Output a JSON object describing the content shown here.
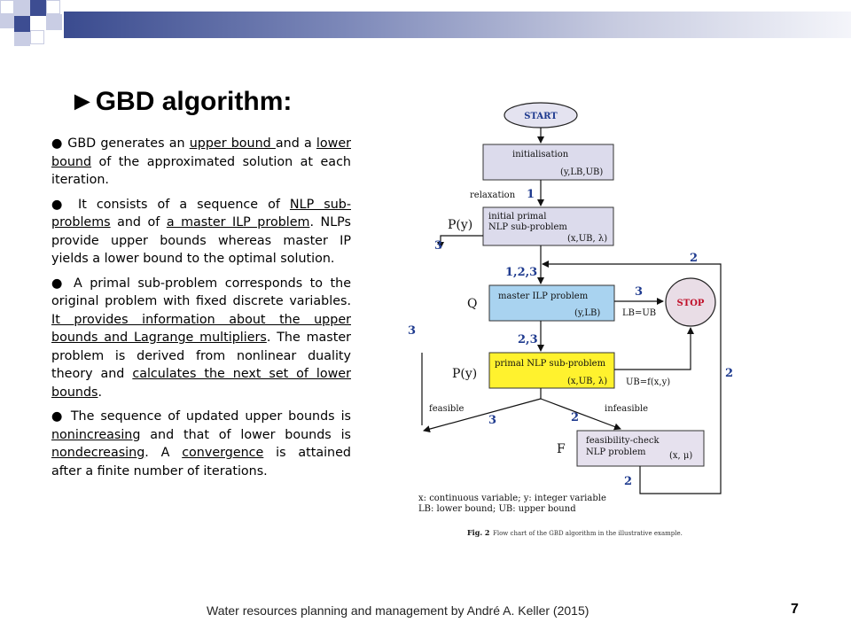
{
  "slide": {
    "title": "►GBD algorithm:",
    "bullets": [
      [
        "● GBD generates an ",
        "upper bound ",
        "and a ",
        "lower bound",
        " of the approximated solution at each iteration."
      ],
      [
        "● It consists of a sequence of ",
        "NLP sub-problems",
        " and of ",
        "a master ILP problem",
        ". NLPs provide upper bounds whereas master IP yields a lower bound to the optimal solution."
      ],
      [
        "● A primal sub-problem corresponds to the original problem with fixed discrete variables. ",
        "It provides information about the upper bounds and Lagrange multipliers",
        ". The master problem is derived from nonlinear duality theory and ",
        "calculates the next set of lower bounds",
        "."
      ],
      [
        "● The sequence of updated upper bounds is ",
        "nonincreasing",
        " and that of lower bounds is ",
        "nondecreasing",
        ". A ",
        "convergence",
        " is attained after a finite number of iterations."
      ]
    ],
    "footer": "Water resources planning and management by André A. Keller (2015)",
    "page_number": "7"
  },
  "flowchart": {
    "start": "START",
    "init_title": "initialisation",
    "init_vars": "(y,LB,UB)",
    "relaxation": "relaxation",
    "step1": "1",
    "py_top": "P(y)",
    "primal_title1": "initial primal",
    "primal_title2": "NLP sub-problem",
    "primal_vars": "(x,UB, λ)",
    "loop3_left": "3",
    "loop2_right": "2",
    "step123": "1,2,3",
    "q": "Q",
    "master_title": "master ILP problem",
    "master_vars": "(y,LB)",
    "to_stop3": "3",
    "stop": "STOP",
    "lb_ub": "LB=UB",
    "left3": "3",
    "step23": "2,3",
    "py_mid": "P(y)",
    "primal2_title": "primal NLP sub-problem",
    "primal2_vars": "(x,UB, λ)",
    "ub_f": "UB=f(x,y)",
    "right2": "2",
    "feasible": "feasible",
    "infeasible": "infeasible",
    "feas3": "3",
    "infeas2": "2",
    "f_label": "F",
    "fc_title1": "feasibility-check",
    "fc_title2": "NLP problem",
    "fc_vars": "(x, μ)",
    "bottom2": "2",
    "legend1": "x: continuous variable; y: integer variable",
    "legend2": "LB: lower bound; UB: upper bound",
    "caption_fig": "Fig. 2",
    "caption_text": "Flow chart of the GBD algorithm in the illustrative example.",
    "colors": {
      "process_fill": "#dcdbec",
      "master_fill": "#a9d3f0",
      "primal_fill": "#fff22e",
      "stop_fill": "#e9dde6",
      "feas_fill": "#e6e1ee",
      "number_color": "#1f3b8f"
    }
  }
}
